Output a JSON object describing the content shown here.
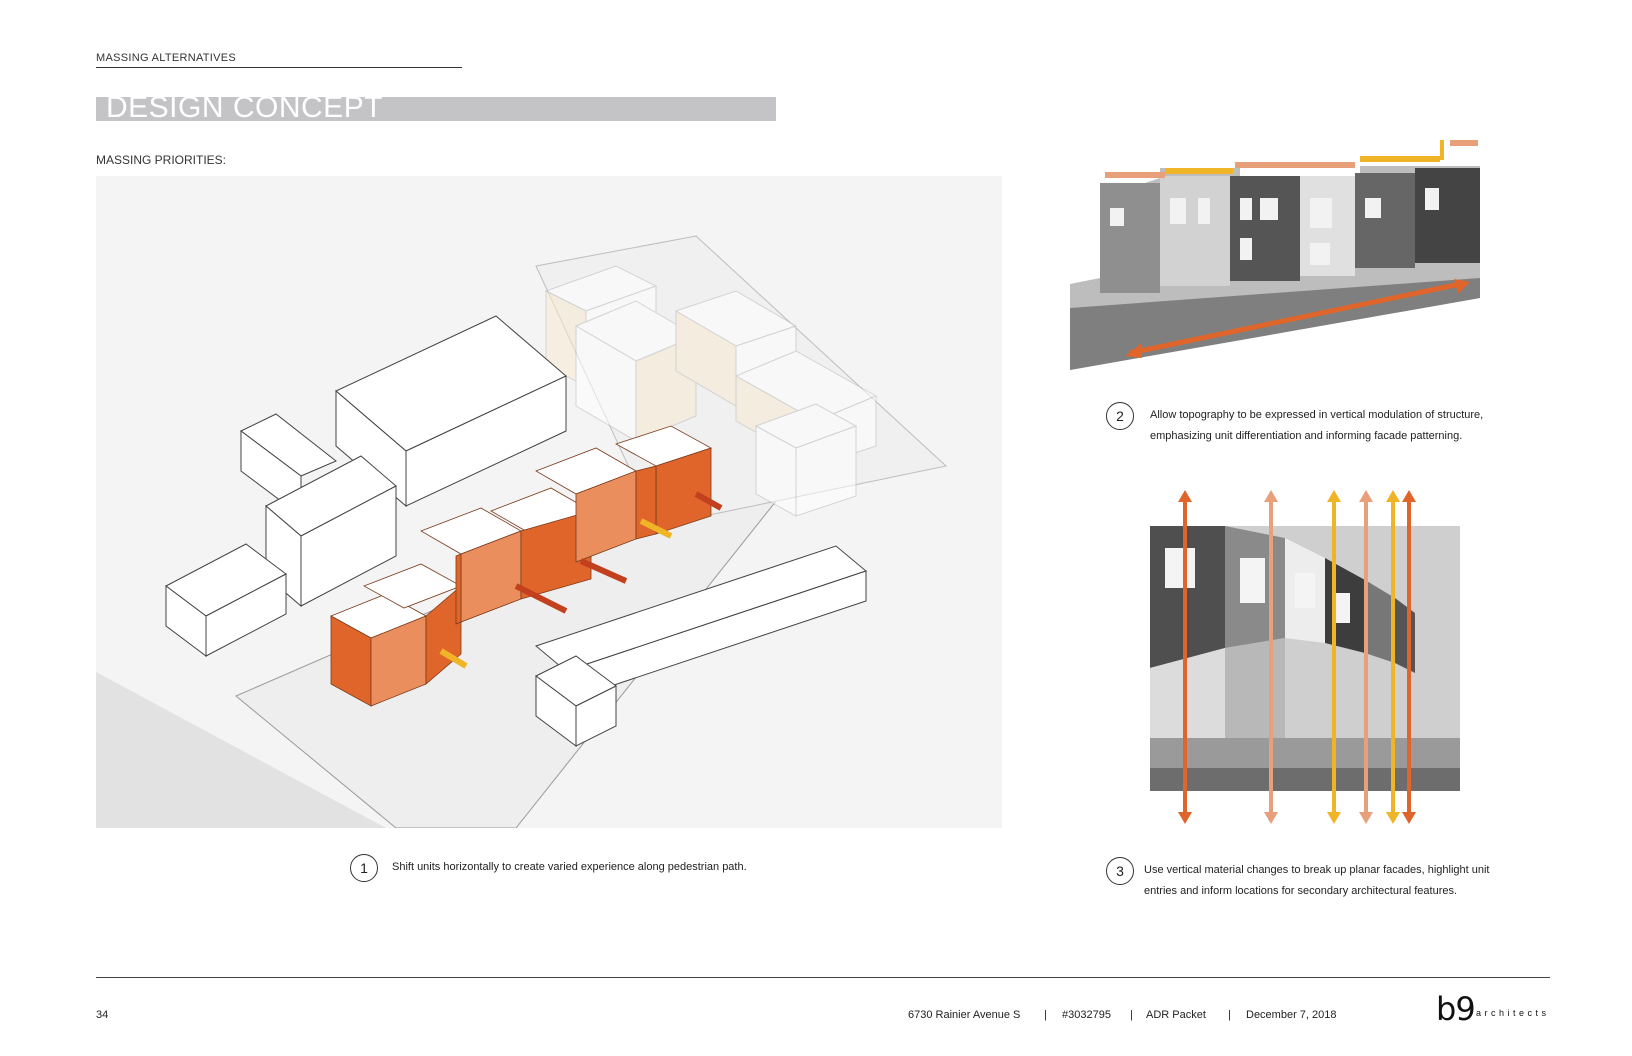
{
  "header": {
    "section_label": "MASSING ALTERNATIVES",
    "title": "DESIGN CONCEPT",
    "sub_label": "MASSING PRIORITIES:"
  },
  "captions": {
    "c1": {
      "number": "1",
      "text": "Shift units horizontally to create varied experience along pedestrian path."
    },
    "c2": {
      "number": "2",
      "line1": "Allow topography to be expressed in vertical modulation of structure,",
      "line2": "emphasizing unit differentiation and informing facade patterning."
    },
    "c3": {
      "number": "3",
      "line1": "Use vertical material changes to break up planar facades, highlight unit",
      "line2": "entries and inform locations for secondary architectural features."
    }
  },
  "footer": {
    "page_number": "34",
    "address": "6730 Rainier Avenue S",
    "sep": "|",
    "project_number": "#3032795",
    "packet": "ADR Packet",
    "date": "December 7, 2018",
    "logo_mark": "b9",
    "logo_word": "architects"
  },
  "colors": {
    "orange_dark": "#e0652a",
    "orange_light": "#ea8e5e",
    "salmon": "#e8a07a",
    "yellow": "#f0b526",
    "title_bar": "#c4c4c6",
    "panel_bg": "#f4f4f4"
  }
}
